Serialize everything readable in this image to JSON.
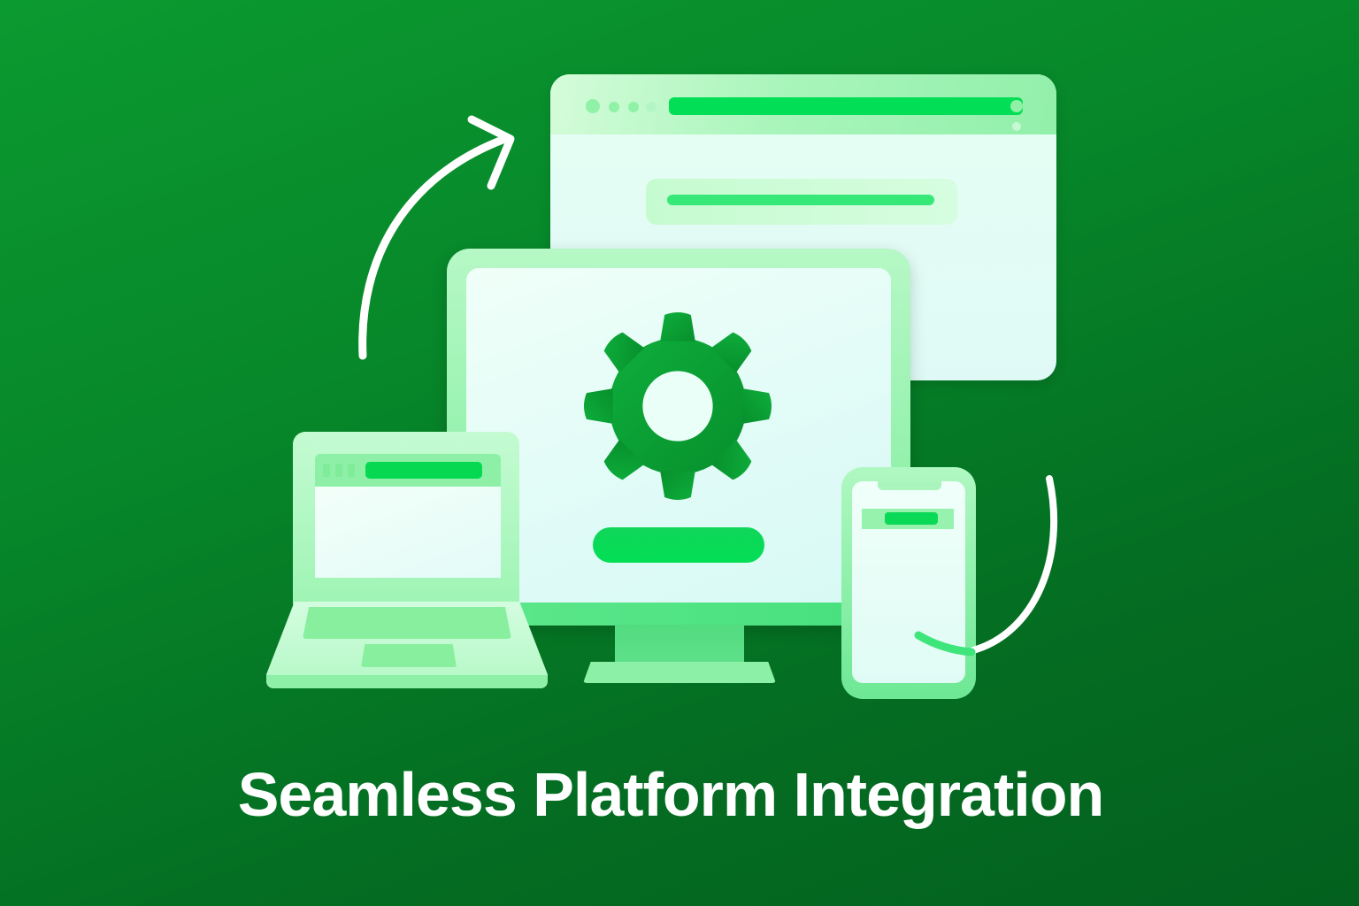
{
  "title": "Seamless Platform Integration",
  "illustration": {
    "devices": [
      "browser-window",
      "desktop-monitor",
      "laptop",
      "smartphone"
    ],
    "center_icon": "gear-icon",
    "connectors": [
      "curved-arrow-up-right",
      "curved-connector-phone"
    ]
  },
  "colors": {
    "background_top": "#0b9a30",
    "background_bottom": "#03601e",
    "accent": "#02de55",
    "device_light": "#b6f8c6",
    "gear": "#0a9a34",
    "screen": "#e6fff8",
    "text": "#ffffff"
  }
}
